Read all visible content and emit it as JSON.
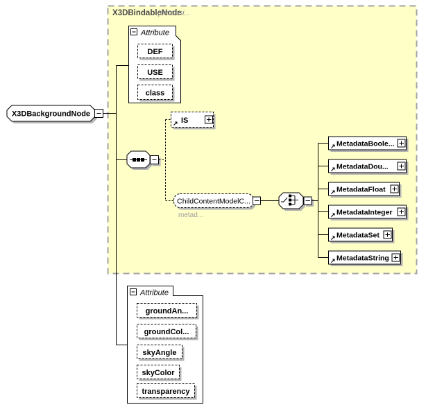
{
  "container": {
    "title": "X3DBindableNode",
    "subtitle": "(extensi..."
  },
  "root": {
    "label": "X3DBackgroundNode"
  },
  "attribute_group_top": {
    "label": "Attribute",
    "items": [
      "DEF",
      "USE",
      "class"
    ]
  },
  "is_node": {
    "label": "IS"
  },
  "child_content": {
    "label": "ChildContentModelC...",
    "note": "metad..."
  },
  "metadata": {
    "items": [
      "MetadataBoole...",
      "MetadataDou...",
      "MetadataFloat",
      "MetadataInteger",
      "MetadataSet",
      "MetadataString"
    ]
  },
  "attribute_group_bottom": {
    "label": "Attribute",
    "items": [
      "groundAn...",
      "groundCol...",
      "skyAngle",
      "skyColor",
      "transparency"
    ]
  },
  "icons": {
    "optional_ref": "↗"
  },
  "colors": {
    "container_fill": "#ffffc8",
    "container_border": "#a3a3a3",
    "shadow": "#b4b4b4",
    "node_border": "#000000",
    "title_text": "#4a4a4a",
    "muted_text": "#9e9e9e"
  }
}
